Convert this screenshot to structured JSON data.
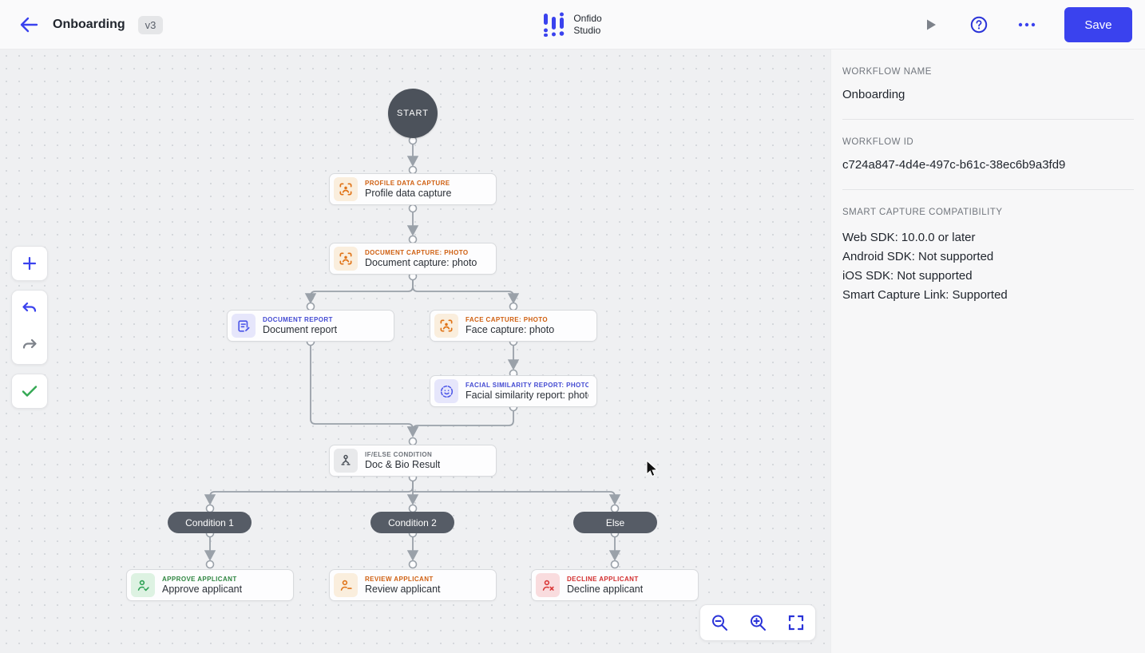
{
  "header": {
    "title": "Onboarding",
    "version_badge": "v3",
    "brand_line1": "Onfido",
    "brand_line2": "Studio",
    "save_label": "Save"
  },
  "canvas": {
    "start_label": "START",
    "nodes": [
      {
        "type_label": "Profile data capture",
        "title": "Profile data capture",
        "color": "orange",
        "icon": "capture-icon"
      },
      {
        "type_label": "Document capture: photo",
        "title": "Document capture: photo",
        "color": "orange",
        "icon": "capture-icon"
      },
      {
        "type_label": "Document report",
        "title": "Document report",
        "color": "indigo",
        "icon": "document-report-icon"
      },
      {
        "type_label": "Face capture: photo",
        "title": "Face capture: photo",
        "color": "orange",
        "icon": "face-capture-icon"
      },
      {
        "type_label": "Facial similarity report: photo",
        "title": "Facial similarity report: photo",
        "color": "indigo",
        "icon": "facial-similarity-icon"
      },
      {
        "type_label": "If/Else condition",
        "title": "Doc & Bio Result",
        "color": "gray",
        "icon": "branch-icon"
      },
      {
        "type_label": "Approve applicant",
        "title": "Approve applicant",
        "color": "green",
        "icon": "person-check-icon"
      },
      {
        "type_label": "Review applicant",
        "title": "Review applicant",
        "color": "orange",
        "icon": "person-dash-icon"
      },
      {
        "type_label": "Decline applicant",
        "title": "Decline applicant",
        "color": "red",
        "icon": "person-x-icon"
      }
    ],
    "branches": [
      {
        "label": "Condition 1"
      },
      {
        "label": "Condition 2"
      },
      {
        "label": "Else"
      }
    ]
  },
  "panel": {
    "workflow_name_label": "WORKFLOW NAME",
    "workflow_name": "Onboarding",
    "workflow_id_label": "WORKFLOW ID",
    "workflow_id": "c724a847-4d4e-497c-b61c-38ec6b9a3fd9",
    "compatibility_label": "SMART CAPTURE COMPATIBILITY",
    "compatibility_lines": [
      "Web SDK: 10.0.0 or later",
      "Android SDK: Not supported",
      "iOS SDK: Not supported",
      "Smart Capture Link: Supported"
    ]
  },
  "colors": {
    "accent_blue": "#3a42ee",
    "edge_gray": "#9aa1a9",
    "orange": "#cf5f10",
    "indigo": "#434ad2",
    "green": "#2e8540",
    "red": "#d22d2d",
    "pill_bg": "#565c66",
    "start_bg": "#4c525b"
  }
}
